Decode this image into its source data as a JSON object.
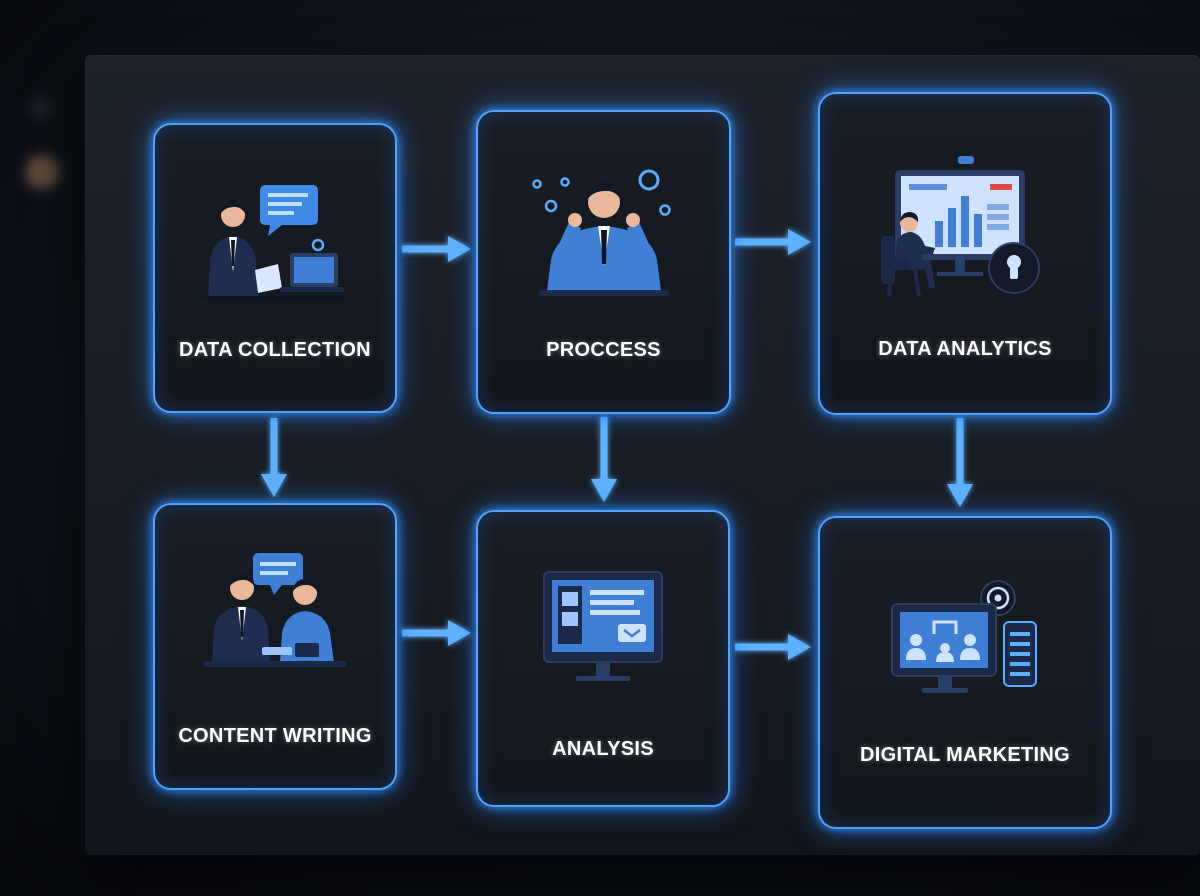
{
  "colors": {
    "glow": "#3d96ff",
    "accent": "#5aaeff",
    "icon_blue": "#3f7fd6",
    "icon_dark": "#1c2a4a",
    "card_bg": "#14181f"
  },
  "steps": [
    {
      "label": "DATA COLLECTION",
      "icon": "person-laptop-chat-icon"
    },
    {
      "label": "PROCCESS",
      "icon": "thinking-person-icon"
    },
    {
      "label": "DATA ANALYTICS",
      "icon": "analytics-dashboard-icon"
    },
    {
      "label": "CONTENT WRITING",
      "icon": "two-people-writing-icon"
    },
    {
      "label": "ANALYSIS",
      "icon": "monitor-analysis-icon"
    },
    {
      "label": "DIGITAL MARKETING",
      "icon": "marketing-monitor-icon"
    }
  ],
  "connections": [
    {
      "from": "DATA COLLECTION",
      "to": "PROCCESS"
    },
    {
      "from": "PROCCESS",
      "to": "DATA ANALYTICS"
    },
    {
      "from": "DATA COLLECTION",
      "to": "CONTENT WRITING"
    },
    {
      "from": "PROCCESS",
      "to": "ANALYSIS"
    },
    {
      "from": "DATA ANALYTICS",
      "to": "DIGITAL MARKETING"
    },
    {
      "from": "CONTENT WRITING",
      "to": "ANALYSIS"
    },
    {
      "from": "ANALYSIS",
      "to": "DIGITAL MARKETING"
    }
  ]
}
